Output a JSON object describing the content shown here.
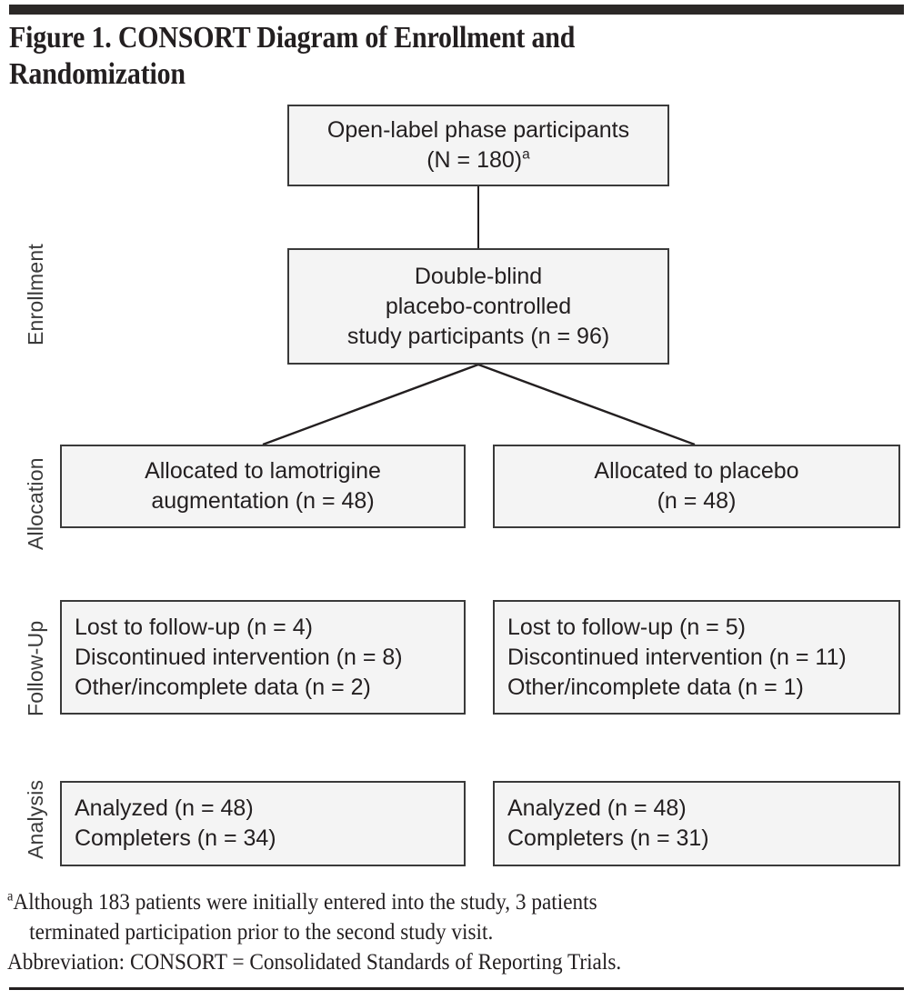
{
  "figure": {
    "top_rule_color": "#2b2827",
    "title": "Figure 1. CONSORT Diagram of Enrollment and Randomization"
  },
  "stages": [
    {
      "key": "enrollment",
      "label": "Enrollment"
    },
    {
      "key": "allocation",
      "label": "Allocation"
    },
    {
      "key": "follow_up",
      "label": "Follow-Up"
    },
    {
      "key": "analysis",
      "label": "Analysis"
    }
  ],
  "boxes": {
    "open_label": {
      "line1": "Open-label phase participants",
      "line2_pre": "(N = 180)",
      "line2_sup": "a"
    },
    "double_blind": {
      "line1": "Double-blind",
      "line2": "placebo-controlled",
      "line3": "study participants (n = 96)"
    },
    "alloc_lamotrigine": {
      "line1": "Allocated to lamotrigine",
      "line2": "augmentation (n = 48)"
    },
    "alloc_placebo": {
      "line1": "Allocated to placebo",
      "line2": "(n = 48)"
    },
    "followup_lamotrigine": {
      "line1": "Lost to follow-up (n = 4)",
      "line2": "Discontinued intervention (n = 8)",
      "line3": "Other/incomplete data (n = 2)"
    },
    "followup_placebo": {
      "line1": "Lost to follow-up (n = 5)",
      "line2": "Discontinued intervention (n = 11)",
      "line3": "Other/incomplete data (n = 1)"
    },
    "analysis_lamotrigine": {
      "line1": "Analyzed (n = 48)",
      "line2": "Completers (n = 34)"
    },
    "analysis_placebo": {
      "line1": "Analyzed (n = 48)",
      "line2": "Completers (n = 31)"
    }
  },
  "footnotes": {
    "marker_a": "a",
    "note_a_line1": "Although 183 patients were initially entered into the study, 3 patients",
    "note_a_line2": "terminated participation prior to the second study visit.",
    "abbreviation": "Abbreviation: CONSORT = Consolidated Standards of Reporting Trials."
  },
  "chart_data": {
    "type": "diagram",
    "diagram_kind": "CONSORT flow diagram",
    "title": "Figure 1. CONSORT Diagram of Enrollment and Randomization",
    "stages": [
      "Enrollment",
      "Allocation",
      "Follow-Up",
      "Analysis"
    ],
    "nodes": [
      {
        "id": "open_label",
        "stage": "Enrollment",
        "text": "Open-label phase participants (N = 180)a",
        "n": 180
      },
      {
        "id": "double_blind",
        "stage": "Enrollment",
        "text": "Double-blind placebo-controlled study participants (n = 96)",
        "n": 96
      },
      {
        "id": "alloc_lamotrigine",
        "stage": "Allocation",
        "text": "Allocated to lamotrigine augmentation (n = 48)",
        "n": 48
      },
      {
        "id": "alloc_placebo",
        "stage": "Allocation",
        "text": "Allocated to placebo (n = 48)",
        "n": 48
      },
      {
        "id": "followup_lamotrigine",
        "stage": "Follow-Up",
        "lost_to_followup": 4,
        "discontinued_intervention": 8,
        "other_incomplete_data": 2
      },
      {
        "id": "followup_placebo",
        "stage": "Follow-Up",
        "lost_to_followup": 5,
        "discontinued_intervention": 11,
        "other_incomplete_data": 1
      },
      {
        "id": "analysis_lamotrigine",
        "stage": "Analysis",
        "analyzed": 48,
        "completers": 34
      },
      {
        "id": "analysis_placebo",
        "stage": "Analysis",
        "analyzed": 48,
        "completers": 31
      }
    ],
    "edges": [
      {
        "from": "open_label",
        "to": "double_blind"
      },
      {
        "from": "double_blind",
        "to": "alloc_lamotrigine"
      },
      {
        "from": "double_blind",
        "to": "alloc_placebo"
      }
    ]
  }
}
